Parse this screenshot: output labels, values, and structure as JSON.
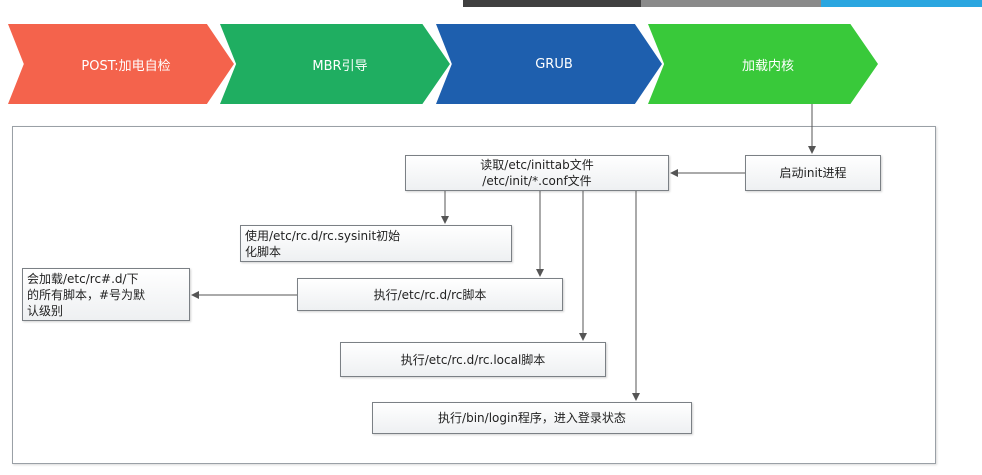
{
  "process": {
    "stages": [
      {
        "label": "POST:加电自检",
        "color": "#f4634c"
      },
      {
        "label": "MBR引导",
        "color": "#1fae61"
      },
      {
        "label": "GRUB",
        "color": "#1e5fae"
      },
      {
        "label": "加载内核",
        "color": "#39c93a"
      }
    ],
    "top_bar_colors": [
      "#404040",
      "#8a8a8a",
      "#2aa6e0"
    ]
  },
  "boxes": {
    "start_init": "启动init进程",
    "read_inittab": "读取/etc/inittab文件\n/etc/init/*.conf文件",
    "rc_sysinit": "使用/etc/rc.d/rc.sysinit初始\n化脚本",
    "rc_script": "执行/etc/rc.d/rc脚本",
    "rc_note": "会加载/etc/rc#.d/下\n的所有脚本，#号为默\n认级别",
    "rc_local": "执行/etc/rc.d/rc.local脚本",
    "login": "执行/bin/login程序，进入登录状态"
  }
}
